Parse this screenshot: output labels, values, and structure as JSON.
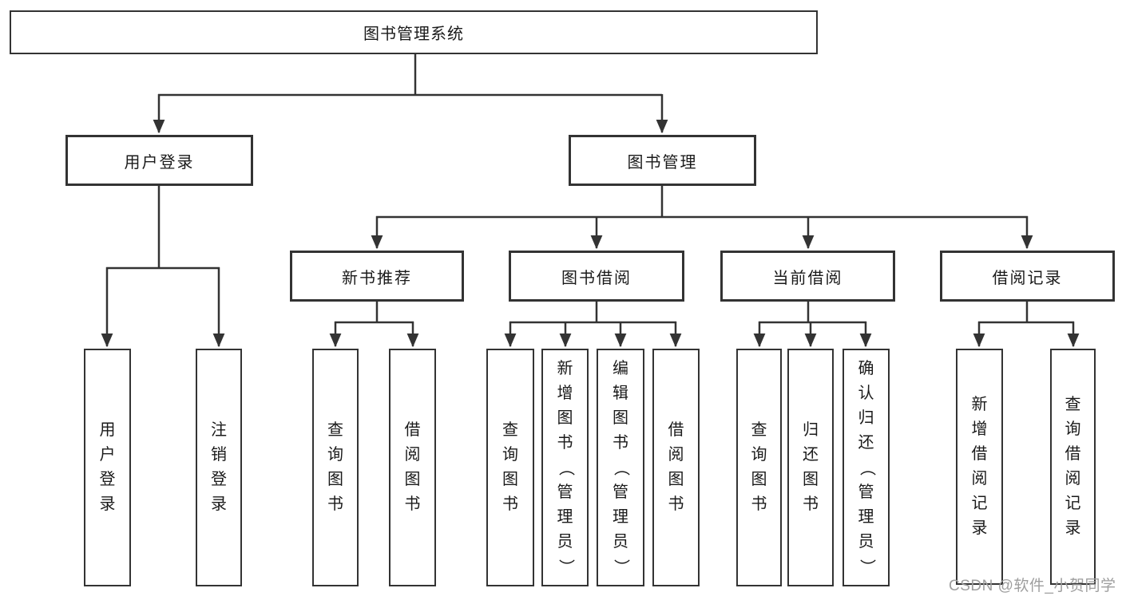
{
  "diagram": {
    "line_color": "#333333",
    "text_color": "#1a1a1a",
    "background_color": "#ffffff",
    "root": {
      "label": "图书管理系统",
      "children": [
        {
          "label": "用户登录",
          "children": [
            {
              "label": "用户登录"
            },
            {
              "label": "注销登录"
            }
          ]
        },
        {
          "label": "图书管理",
          "children": [
            {
              "label": "新书推荐",
              "children": [
                {
                  "label": "查询图书"
                },
                {
                  "label": "借阅图书"
                }
              ]
            },
            {
              "label": "图书借阅",
              "children": [
                {
                  "label": "查询图书"
                },
                {
                  "label": "新增图书（管理员）"
                },
                {
                  "label": "编辑图书（管理员）"
                },
                {
                  "label": "借阅图书"
                }
              ]
            },
            {
              "label": "当前借阅",
              "children": [
                {
                  "label": "查询图书"
                },
                {
                  "label": "归还图书"
                },
                {
                  "label": "确认归还（管理员）"
                }
              ]
            },
            {
              "label": "借阅记录",
              "children": [
                {
                  "label": "新增借阅记录"
                },
                {
                  "label": "查询借阅记录"
                }
              ]
            }
          ]
        }
      ]
    }
  },
  "watermark": {
    "text": "CSDN @软件_小贺同学",
    "color": "#9e9e9e"
  }
}
